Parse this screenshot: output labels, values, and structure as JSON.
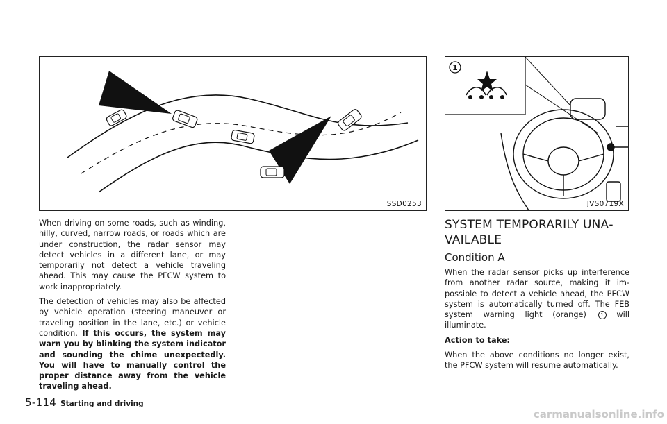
{
  "figures": {
    "left_code": "SSD0253",
    "right_code": "JVS0719X",
    "right_callout": "1"
  },
  "left_column": {
    "para1": "When driving on some roads, such as wind­ing, hilly, curved, narrow roads, or roads which are under construction, the radar sensor may detect vehicles in a different lane, or may temporarily not detect a vehicle traveling ahead. This may cause the PFCW system to work inappropriately.",
    "para2_normal": "The detection of vehicles may also be affected by vehicle operation (steering man­euver or traveling position in the lane, etc.) or vehicle condition. ",
    "para2_bold": "If this occurs, the system may warn you by blinking the system indicator and sounding the chime unexpect­edly. You will have to manually control the proper distance away from the vehicle traveling ahead."
  },
  "right_column": {
    "heading": "SYSTEM TEMPORARILY UNA­VAILABLE",
    "subheading": "Condition A",
    "para1": "When the radar sensor picks up interference from another radar source, making it im­possible to detect a vehicle ahead, the PFCW system is automatically turned off. The FEB system warning light (orange)",
    "para1_callout": "1",
    "para1_tail": "will illuminate.",
    "action_label": "Action to take:",
    "para2": "When the above conditions no longer exist, the PFCW system will resume automatically."
  },
  "footer": {
    "page_number": "5-114",
    "section": "Starting and driving"
  },
  "watermark": "carmanualsonline.info"
}
